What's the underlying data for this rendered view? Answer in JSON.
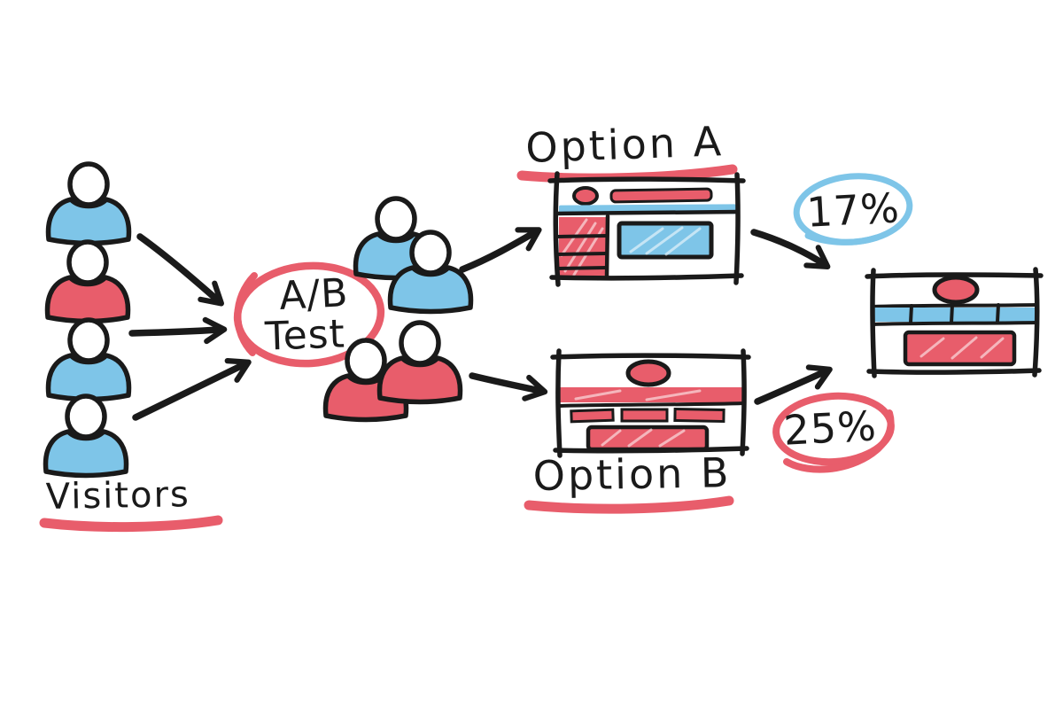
{
  "palette": {
    "blue": "#7EC5E8",
    "red": "#E85D6B",
    "ink": "#1A1A1A",
    "background": "#FFFFFF"
  },
  "visitors": {
    "label": "Visitors",
    "icons": [
      {
        "color": "blue"
      },
      {
        "color": "red"
      },
      {
        "color": "blue"
      },
      {
        "color": "blue"
      }
    ]
  },
  "ab_test": {
    "label_line1": "A/B",
    "label_line2": "Test"
  },
  "group_a": {
    "color": "blue",
    "count": 2
  },
  "group_b": {
    "color": "red",
    "count": 2
  },
  "option_a": {
    "label": "Option A",
    "conversion_rate": "17%"
  },
  "option_b": {
    "label": "Option B",
    "conversion_rate": "25%"
  }
}
